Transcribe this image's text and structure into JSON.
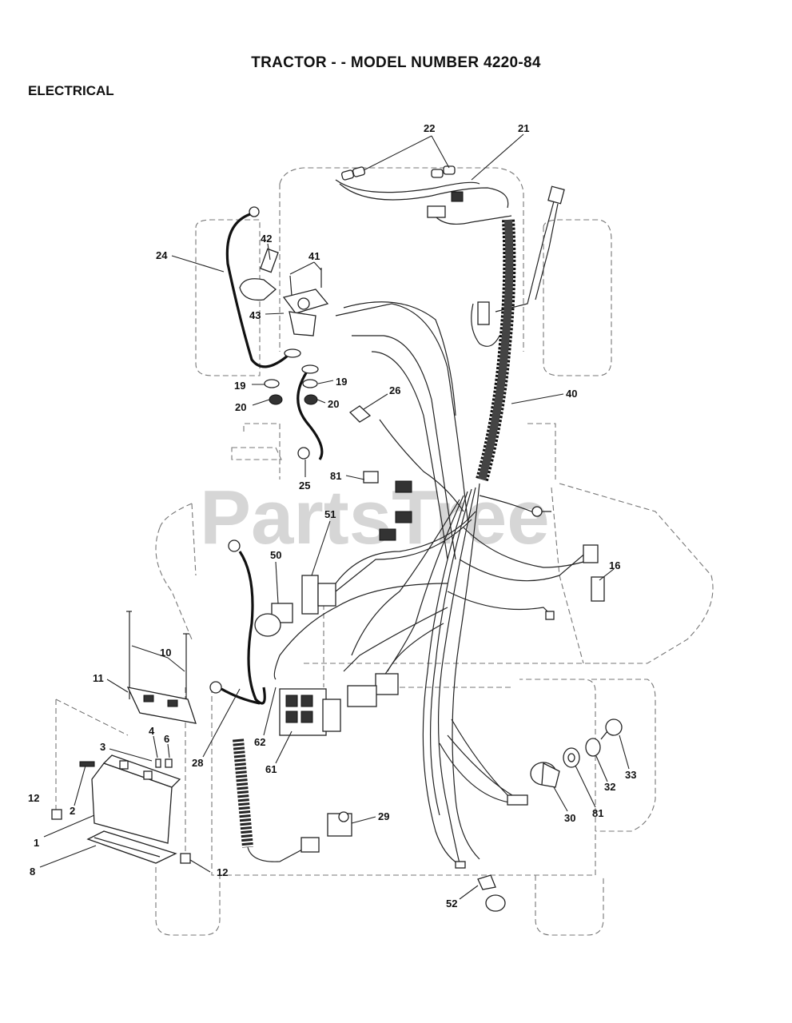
{
  "title": "TRACTOR - - MODEL NUMBER 4220-84",
  "section": "ELECTRICAL",
  "watermark": "PartsTree",
  "callouts": [
    {
      "id": "22",
      "label": "22"
    },
    {
      "id": "21",
      "label": "21"
    },
    {
      "id": "24",
      "label": "24"
    },
    {
      "id": "42",
      "label": "42"
    },
    {
      "id": "41",
      "label": "41"
    },
    {
      "id": "43",
      "label": "43"
    },
    {
      "id": "19a",
      "label": "19"
    },
    {
      "id": "19b",
      "label": "19"
    },
    {
      "id": "20a",
      "label": "20"
    },
    {
      "id": "20b",
      "label": "20"
    },
    {
      "id": "26",
      "label": "26"
    },
    {
      "id": "40",
      "label": "40"
    },
    {
      "id": "25",
      "label": "25"
    },
    {
      "id": "81a",
      "label": "81"
    },
    {
      "id": "51",
      "label": "51"
    },
    {
      "id": "50",
      "label": "50"
    },
    {
      "id": "16",
      "label": "16"
    },
    {
      "id": "10",
      "label": "10"
    },
    {
      "id": "11",
      "label": "11"
    },
    {
      "id": "4",
      "label": "4"
    },
    {
      "id": "6",
      "label": "6"
    },
    {
      "id": "3",
      "label": "3"
    },
    {
      "id": "28",
      "label": "28"
    },
    {
      "id": "62",
      "label": "62"
    },
    {
      "id": "61",
      "label": "61"
    },
    {
      "id": "12a",
      "label": "12"
    },
    {
      "id": "2",
      "label": "2"
    },
    {
      "id": "1",
      "label": "1"
    },
    {
      "id": "8",
      "label": "8"
    },
    {
      "id": "12b",
      "label": "12"
    },
    {
      "id": "29",
      "label": "29"
    },
    {
      "id": "30",
      "label": "30"
    },
    {
      "id": "81b",
      "label": "81"
    },
    {
      "id": "32",
      "label": "32"
    },
    {
      "id": "33",
      "label": "33"
    },
    {
      "id": "52",
      "label": "52"
    }
  ]
}
